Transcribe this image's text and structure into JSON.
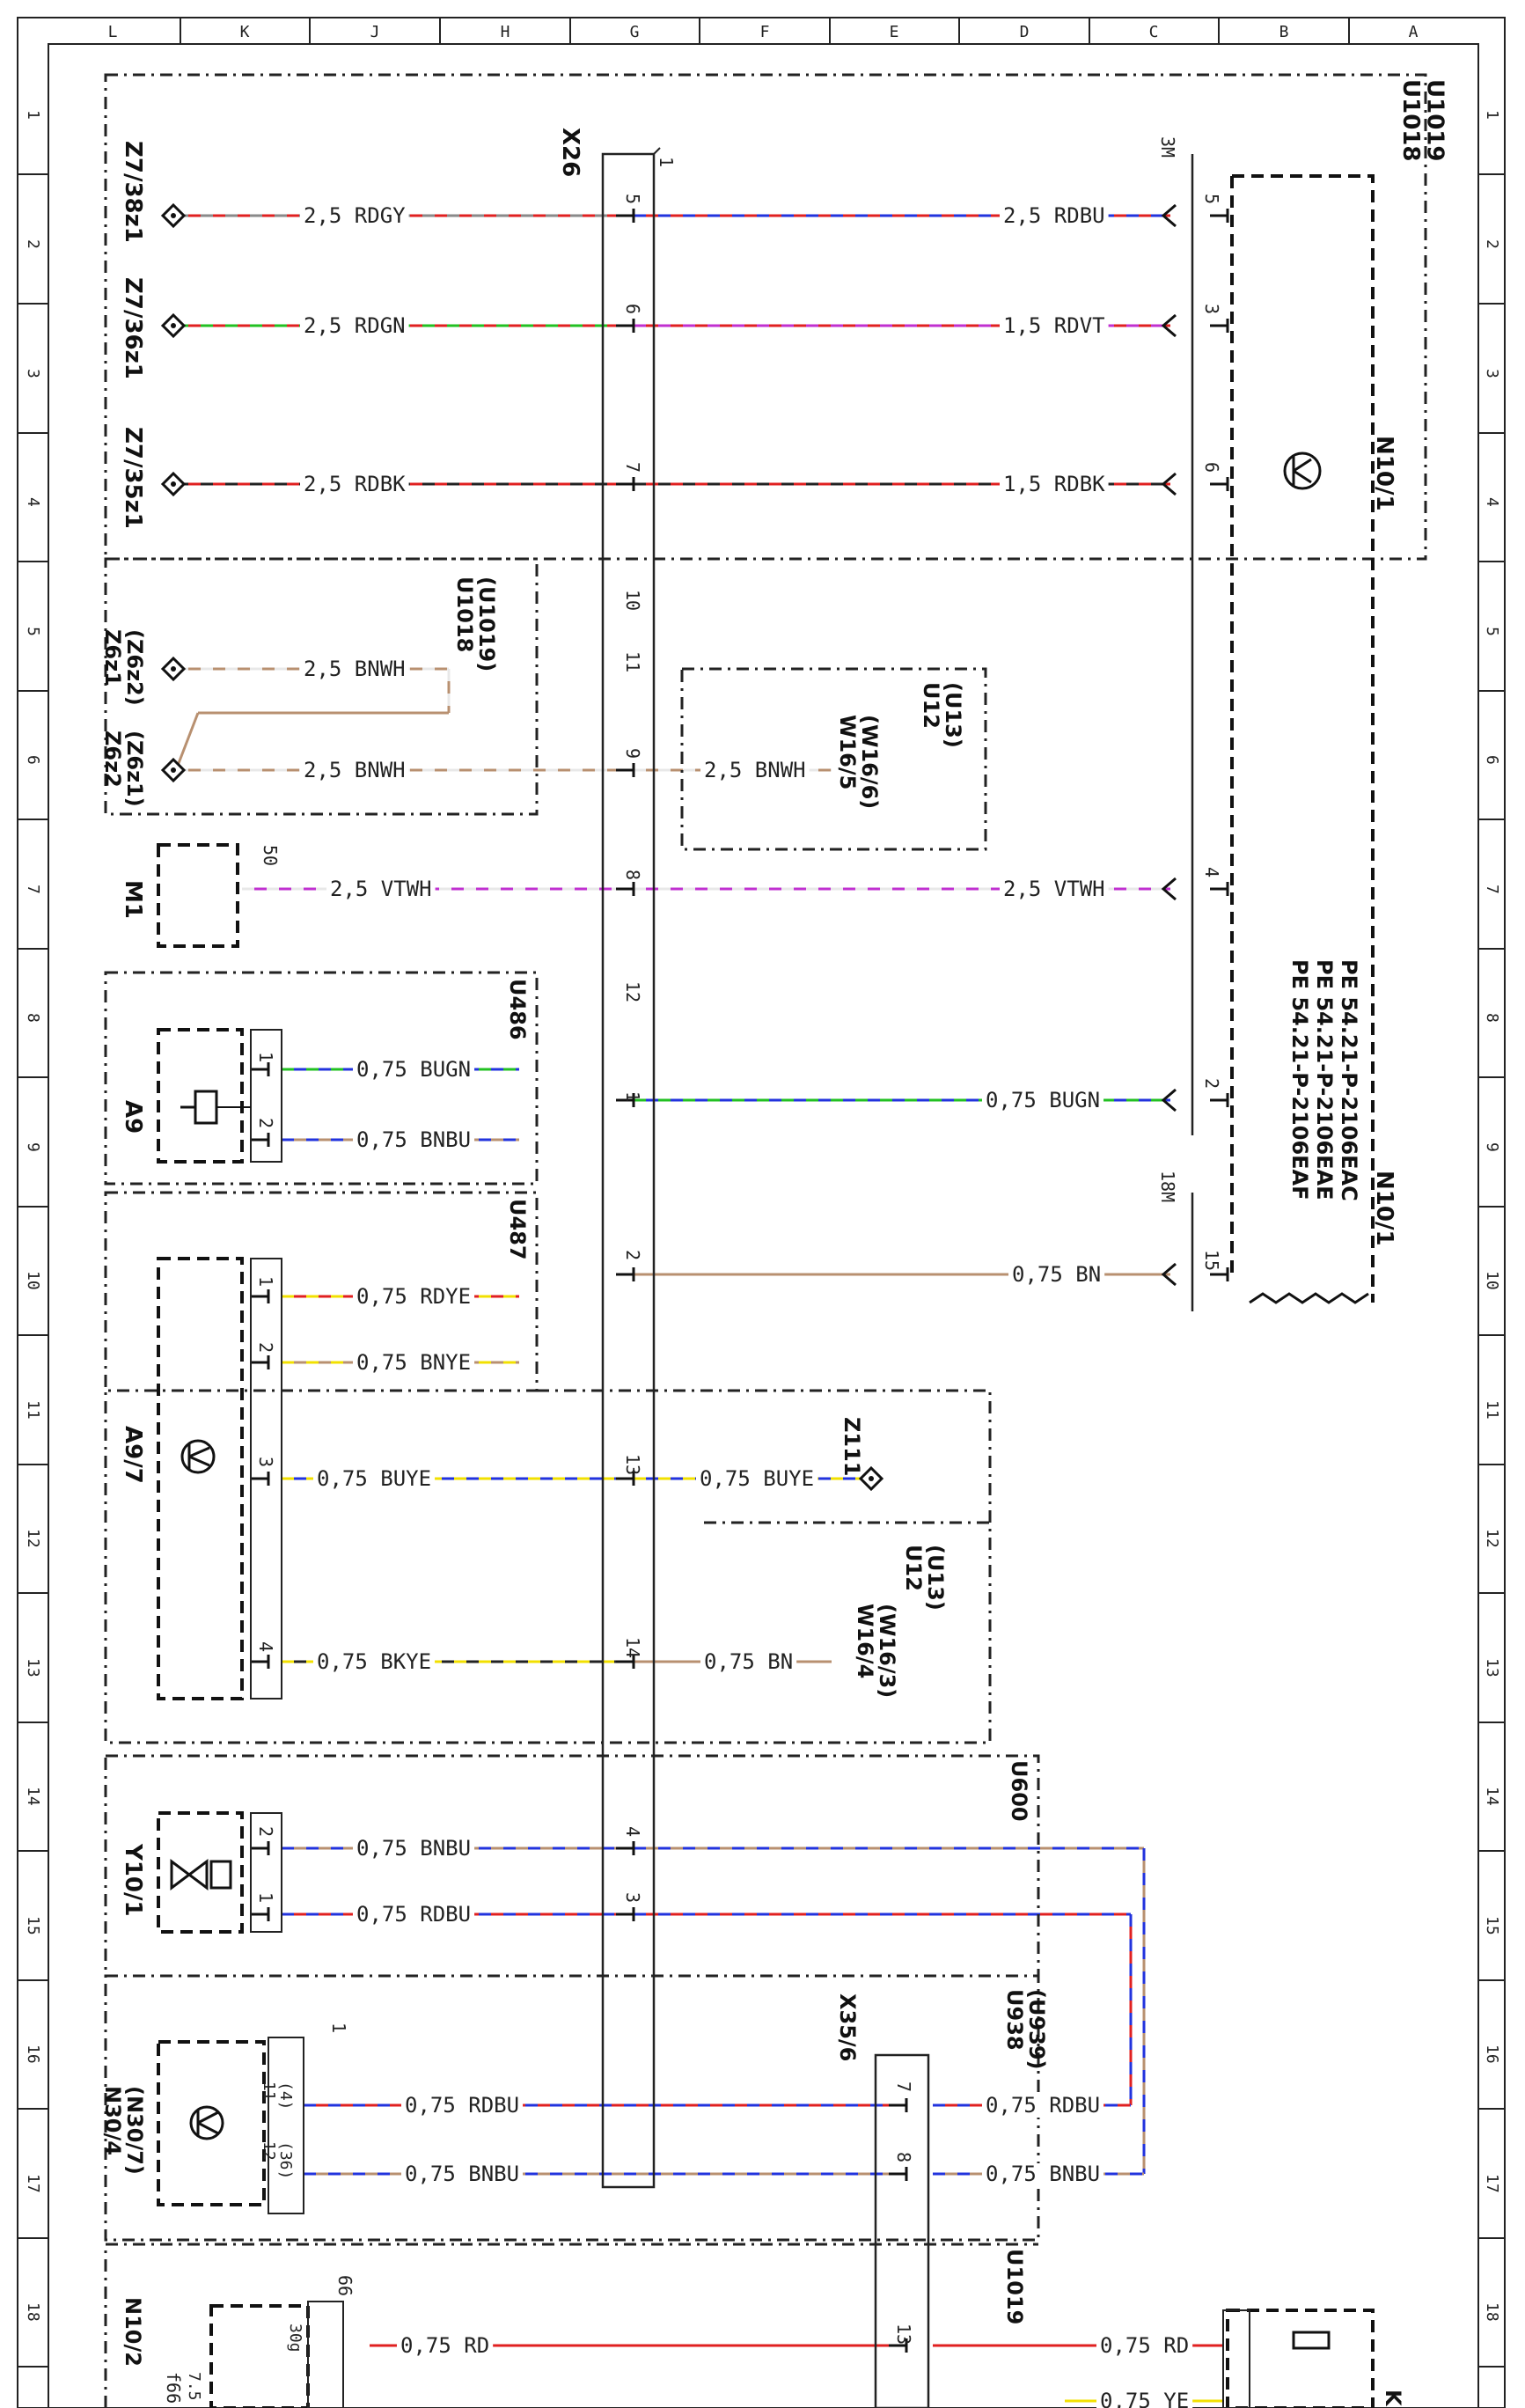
{
  "grid": {
    "columns": [
      "L",
      "K",
      "J",
      "H",
      "G",
      "F",
      "E",
      "D",
      "C",
      "B",
      "A"
    ],
    "rows": [
      "1",
      "2",
      "3",
      "4",
      "5",
      "6",
      "7",
      "8",
      "9",
      "10",
      "11",
      "12",
      "13",
      "14",
      "15",
      "16",
      "17",
      "18"
    ]
  },
  "colors": {
    "RD": "#e02020",
    "GY": "#8a8a8a",
    "BU": "#2233dd",
    "GN": "#22c022",
    "VT": "#c030d0",
    "BK": "#222222",
    "BN": "#b89070",
    "WH": "#e8e8e8",
    "YE": "#f2e000"
  },
  "labels": {
    "u1018_u1019": "U1018\nU1019",
    "x26": "X26",
    "x26_pin1": "1",
    "n10_1_top": "N10/1",
    "n10_1_bottom": "N10/1",
    "pin_3m": "3M",
    "pin_18m": "18M",
    "z7_38z1": "Z7/38z1",
    "z7_36z1": "Z7/36z1",
    "z7_35z1": "Z7/35z1",
    "u1018_mid": "U1018\n(U1019)",
    "z6z1": "Z6z1\n(Z6z2)",
    "z6z2": "Z6z2\n(Z6z1)",
    "u12_top": "U12\n(U13)",
    "w16_5": "W16/5\n(W16/6)",
    "m1": "M1",
    "m1_pin": "50",
    "u486": "U486",
    "a9": "A9",
    "u487": "U487",
    "a9_7": "A9/7",
    "z111": "Z111",
    "u12_bot": "U12\n(U13)",
    "w16_4": "W16/4\n(W16/3)",
    "u600": "U600",
    "y10_1": "Y10/1",
    "u938": "U938\n(U939)",
    "x35_6": "X35/6",
    "n30_4": "N30/4\n(N30/7)",
    "n30_pin1": "1",
    "n30_p11": "11\n(4)",
    "n30_p12": "12\n(36)",
    "u1019": "U1019",
    "n10_2": "N10/2",
    "n10_2_sub": "f66",
    "pin_66": "66",
    "pin_30g": "30g",
    "pin_75": "7.5",
    "pe_1": "PE 54.21-P-2106EAC",
    "pe_2": "PE 54.21-P-2106EAE",
    "pe_3": "PE 54.21-P-2106EAF",
    "letter_k": "K"
  },
  "wires": {
    "w1_left": "2,5 RDGY",
    "w1_right": "2,5 RDBU",
    "w2_left": "2,5 RDGN",
    "w2_right": "1,5 RDVT",
    "w3_left": "2,5 RDBK",
    "w3_right": "1,5 RDBK",
    "w4_left": "2,5 BNWH",
    "w5_left": "2,5 BNWH",
    "w5_mid": "2,5 BNWH",
    "w6_left": "2,5 VTWH",
    "w6_right": "2,5 VTWH",
    "w7_left": "0,75 BUGN",
    "w7_right": "0,75 BUGN",
    "w8_left": "0,75 BNBU",
    "w9_left": "0,75 RDYE",
    "w9_right": "0,75 BN",
    "w10_left": "0,75 BNYE",
    "w11_left": "0,75 BUYE",
    "w11_mid": "0,75 BUYE",
    "w12_left": "0,75 BKYE",
    "w12_mid": "0,75 BN",
    "w13_left": "0,75 BNBU",
    "w14_left": "0,75 RDBU",
    "w15_left": "0,75 RDBU",
    "w15_right": "0,75 RDBU",
    "w16_left": "0,75 BNBU",
    "w16_right": "0,75 BNBU",
    "w17_left": "0,75 RD",
    "w17_right": "0,75 RD",
    "w18_right": "0,75 YE"
  },
  "pins": {
    "x26": [
      "5",
      "6",
      "7",
      "10",
      "11",
      "9",
      "8",
      "12",
      "1",
      "2",
      "13",
      "14",
      "4",
      "3"
    ],
    "n10": [
      "5",
      "3",
      "6",
      "4",
      "2",
      "15"
    ],
    "x35": [
      "7",
      "8",
      "13"
    ],
    "a9": [
      "1",
      "2"
    ],
    "a9_7": [
      "1",
      "2",
      "3",
      "4"
    ],
    "y10": [
      "2",
      "1"
    ]
  }
}
